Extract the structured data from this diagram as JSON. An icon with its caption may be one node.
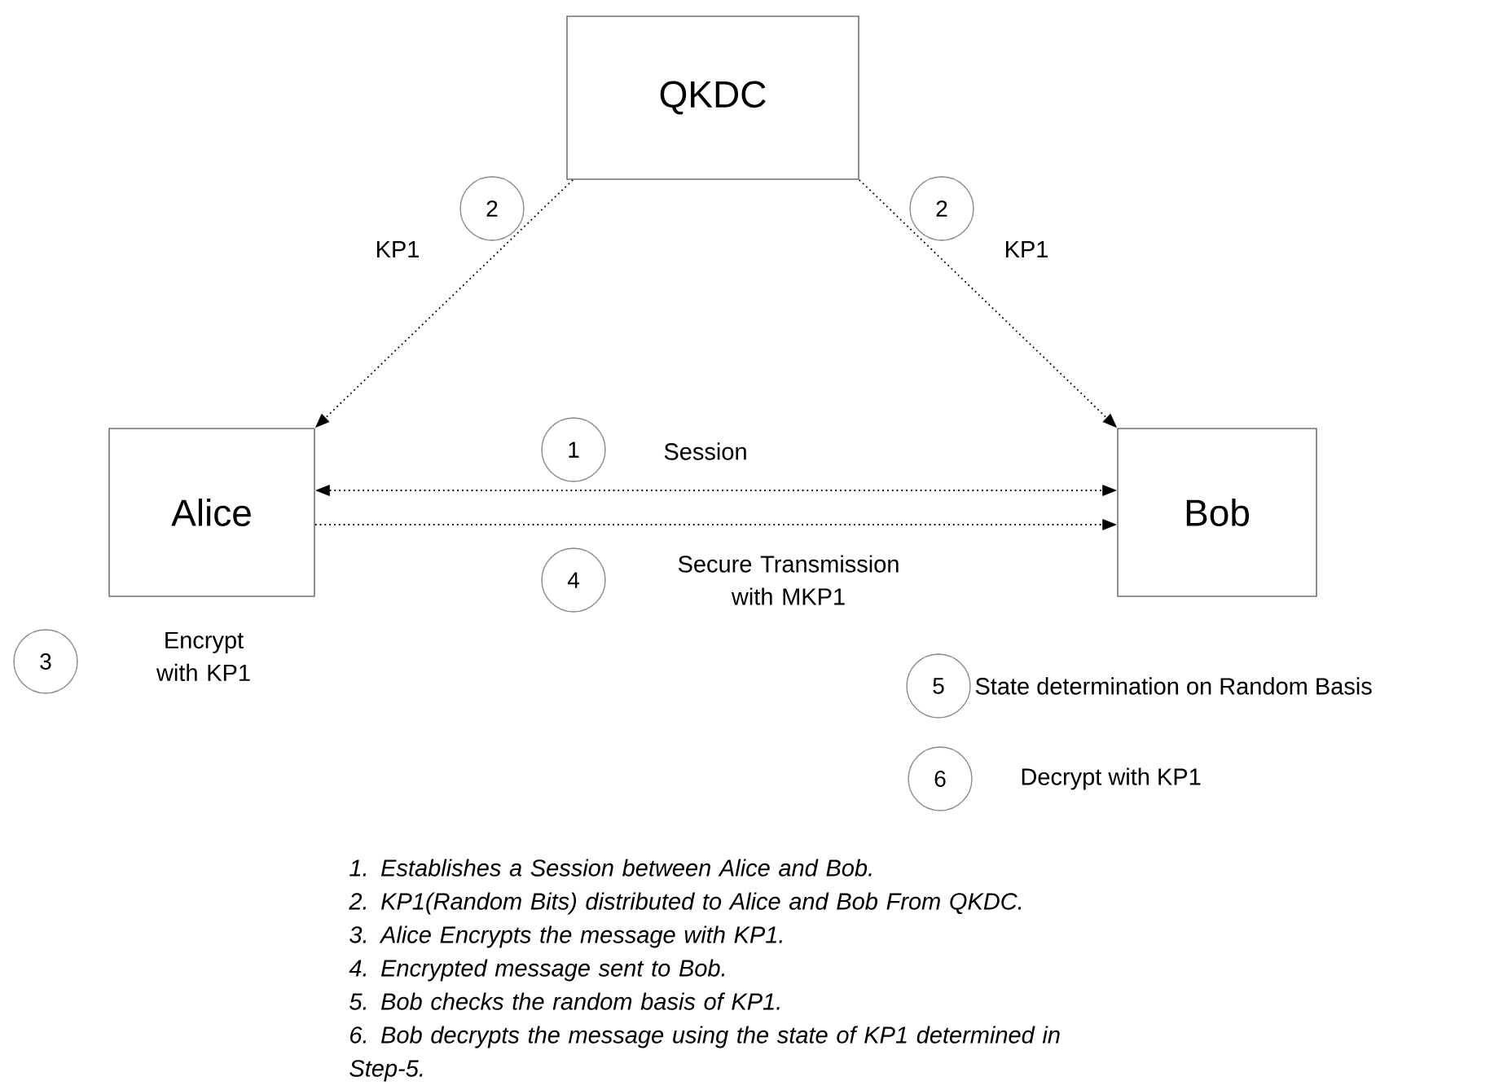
{
  "diagram": {
    "nodes": [
      {
        "text": [
          "QKDC"
        ]
      },
      {
        "text": [
          "Alice"
        ]
      },
      {
        "text": [
          "Bob"
        ]
      },
      {
        "text": [
          "2"
        ],
        "beside": [
          "KP1"
        ]
      },
      {
        "text": [
          "2"
        ],
        "beside": [
          "KP1"
        ]
      },
      {
        "text": [
          "1"
        ],
        "beside": [
          "Session"
        ]
      },
      {
        "text": [
          "4"
        ],
        "beside": [
          "Secure Transmission with MKP1"
        ]
      },
      {
        "text": [
          "3"
        ]
      },
      {
        "text": [
          "5"
        ],
        "beside": [
          "State determination on Random Basis"
        ]
      },
      {
        "text": [
          "6"
        ],
        "beside": [
          "Decrypt with KP1"
        ]
      }
    ],
    "edges": [
      {
        "from": 0,
        "to": 1,
        "arrow": "to"
      },
      {
        "from": 0,
        "to": 2,
        "arrow": "to"
      },
      {
        "from": 1,
        "to": 2,
        "arrow": "both"
      },
      {
        "from": 1,
        "to": 2,
        "arrow": "to"
      }
    ],
    "labels": [
      "Encrypt with KP1",
      "1. Establishes a Session between Alice and Bob.",
      "2. KP1(Random Bits) distributed to Alice and Bob From QKDC.",
      "3. Alice Encrypts the message with KP1.",
      "4. Encrypted message sent to Bob.",
      "5. Bob checks the random basis of KP1.",
      "6. Bob decrypts the message using the state of KP1 determined in Step-5."
    ]
  }
}
